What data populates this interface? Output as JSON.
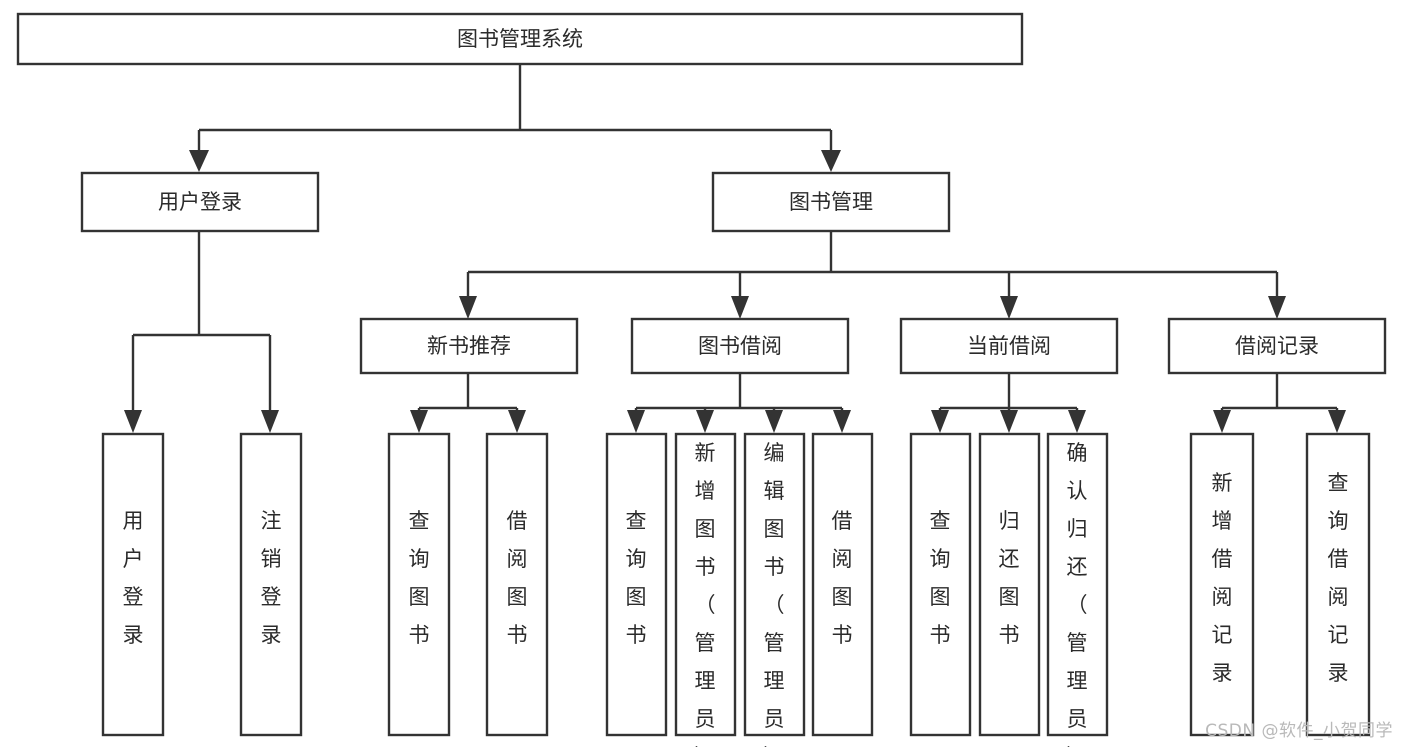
{
  "diagram": {
    "kind": "hierarchy-tree",
    "title": "图书管理系统",
    "orientation": "top-down",
    "colors": {
      "stroke": "#333333",
      "node_fill": "#ffffff",
      "text": "#2b2b2b",
      "background": "#ffffff",
      "watermark": "#b9b9b9"
    },
    "levels": {
      "root": "图书管理系统",
      "level2": [
        "用户登录",
        "图书管理"
      ],
      "level3": [
        "新书推荐",
        "图书借阅",
        "当前借阅",
        "借阅记录"
      ]
    }
  },
  "nodes": {
    "root": {
      "label": "图书管理系统",
      "level": 1
    },
    "n_user_login": {
      "label": "用户登录",
      "level": 2
    },
    "n_book_manage": {
      "label": "图书管理",
      "level": 2
    },
    "n_new_book_rec": {
      "label": "新书推荐",
      "level": 3
    },
    "n_book_borrow": {
      "label": "图书借阅",
      "level": 3
    },
    "n_current_borrow": {
      "label": "当前借阅",
      "level": 3
    },
    "n_borrow_record": {
      "label": "借阅记录",
      "level": 3
    },
    "leaf_user_login": {
      "label": "用户登录",
      "level": 3,
      "vertical": true
    },
    "leaf_logout": {
      "label": "注销登录",
      "level": 3,
      "vertical": true
    },
    "leaf_query_book_1": {
      "label": "查询图书",
      "level": 4,
      "vertical": true
    },
    "leaf_borrow_book_1": {
      "label": "借阅图书",
      "level": 4,
      "vertical": true
    },
    "leaf_query_book_2": {
      "label": "查询图书",
      "level": 4,
      "vertical": true
    },
    "leaf_add_book": {
      "label": "新增图书（管理员）",
      "level": 4,
      "vertical": true
    },
    "leaf_edit_book": {
      "label": "编辑图书（管理员）",
      "level": 4,
      "vertical": true
    },
    "leaf_borrow_book_2": {
      "label": "借阅图书",
      "level": 4,
      "vertical": true
    },
    "leaf_query_book_3": {
      "label": "查询图书",
      "level": 4,
      "vertical": true
    },
    "leaf_return_book": {
      "label": "归还图书",
      "level": 4,
      "vertical": true
    },
    "leaf_confirm_return": {
      "label": "确认归还（管理员）",
      "level": 4,
      "vertical": true
    },
    "leaf_add_record": {
      "label": "新增借阅记录",
      "level": 4,
      "vertical": true
    },
    "leaf_query_record": {
      "label": "查询借阅记录",
      "level": 4,
      "vertical": true
    }
  },
  "edges": [
    {
      "from": "root",
      "to": "n_user_login"
    },
    {
      "from": "root",
      "to": "n_book_manage"
    },
    {
      "from": "n_user_login",
      "to": "leaf_user_login"
    },
    {
      "from": "n_user_login",
      "to": "leaf_logout"
    },
    {
      "from": "n_book_manage",
      "to": "n_new_book_rec"
    },
    {
      "from": "n_book_manage",
      "to": "n_book_borrow"
    },
    {
      "from": "n_book_manage",
      "to": "n_current_borrow"
    },
    {
      "from": "n_book_manage",
      "to": "n_borrow_record"
    },
    {
      "from": "n_new_book_rec",
      "to": "leaf_query_book_1"
    },
    {
      "from": "n_new_book_rec",
      "to": "leaf_borrow_book_1"
    },
    {
      "from": "n_book_borrow",
      "to": "leaf_query_book_2"
    },
    {
      "from": "n_book_borrow",
      "to": "leaf_add_book"
    },
    {
      "from": "n_book_borrow",
      "to": "leaf_edit_book"
    },
    {
      "from": "n_book_borrow",
      "to": "leaf_borrow_book_2"
    },
    {
      "from": "n_current_borrow",
      "to": "leaf_query_book_3"
    },
    {
      "from": "n_current_borrow",
      "to": "leaf_return_book"
    },
    {
      "from": "n_current_borrow",
      "to": "leaf_confirm_return"
    },
    {
      "from": "n_borrow_record",
      "to": "leaf_add_record"
    },
    {
      "from": "n_borrow_record",
      "to": "leaf_query_record"
    }
  ],
  "watermark": {
    "text": "CSDN @软件_小贺同学"
  }
}
